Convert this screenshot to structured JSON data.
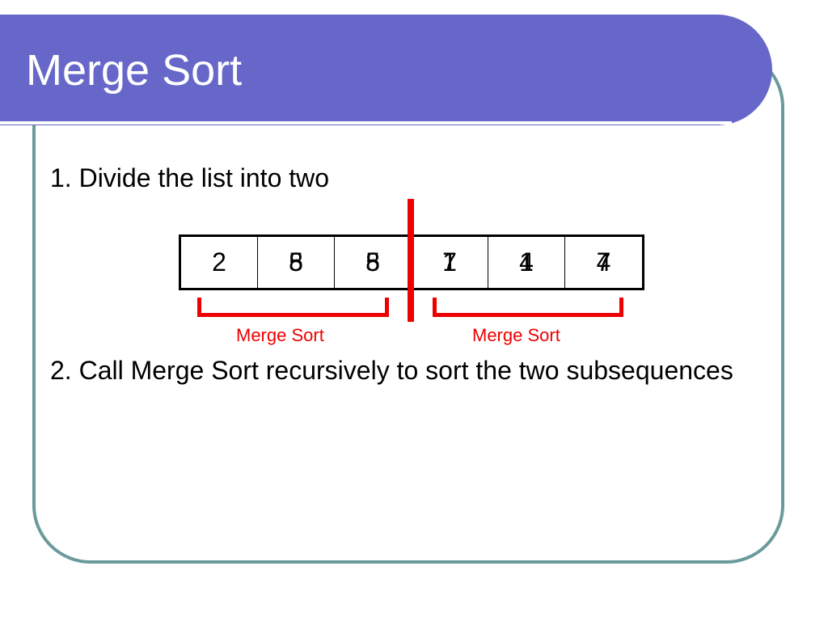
{
  "slide": {
    "title": "Merge Sort",
    "step1": "1. Divide the list into two",
    "step2": "2. Call Merge Sort recursively to sort the two subsequences"
  },
  "array": {
    "cells": [
      {
        "front": "2",
        "back": ""
      },
      {
        "front": "8",
        "back": "5"
      },
      {
        "front": "8",
        "back": "5"
      },
      {
        "front": "1",
        "back": "7"
      },
      {
        "front": "4",
        "back": "1"
      },
      {
        "front": "4",
        "back": "7"
      }
    ]
  },
  "brackets": {
    "left_label": "Merge Sort",
    "right_label": "Merge Sort"
  },
  "colors": {
    "title_bar": "#6767c9",
    "frame_border": "#6a9a9a",
    "accent_red": "#ee0000"
  }
}
